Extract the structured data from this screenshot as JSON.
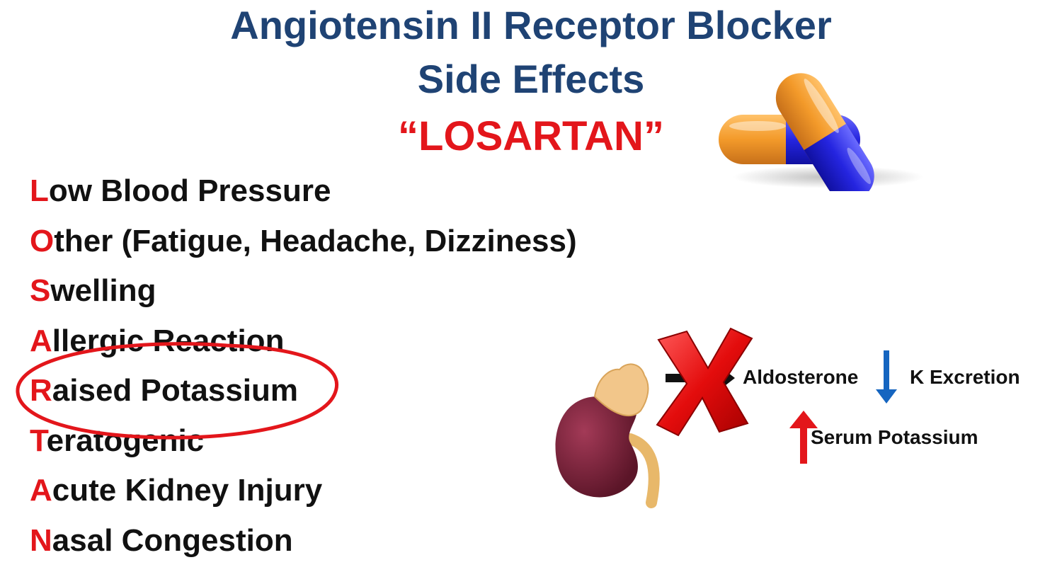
{
  "title": {
    "line1": "Angiotensin II Receptor Blocker",
    "line2": "Side Effects",
    "mnemonic": "“LOSARTAN”"
  },
  "colors": {
    "title": "#1f4374",
    "accent": "#e3161b",
    "text": "#111111"
  },
  "items": [
    {
      "letter": "L",
      "rest": "ow Blood Pressure"
    },
    {
      "letter": "O",
      "rest": "ther (Fatigue, Headache, Dizziness)"
    },
    {
      "letter": "S",
      "rest": "welling"
    },
    {
      "letter": "A",
      "rest": "llergic Reaction"
    },
    {
      "letter": "R",
      "rest": "aised Potassium",
      "highlighted": true
    },
    {
      "letter": "T",
      "rest": "eratogenic"
    },
    {
      "letter": "A",
      "rest": "cute Kidney Injury"
    },
    {
      "letter": "N",
      "rest": "asal Congestion"
    }
  ],
  "diagram": {
    "aldosterone": "Aldosterone",
    "k_excretion": "K Excretion",
    "serum_potassium": "Serum Potassium",
    "icons": [
      "kidney-adrenal-icon",
      "block-x-icon",
      "arrow-down-icon",
      "arrow-up-icon",
      "capsule-icon"
    ]
  }
}
